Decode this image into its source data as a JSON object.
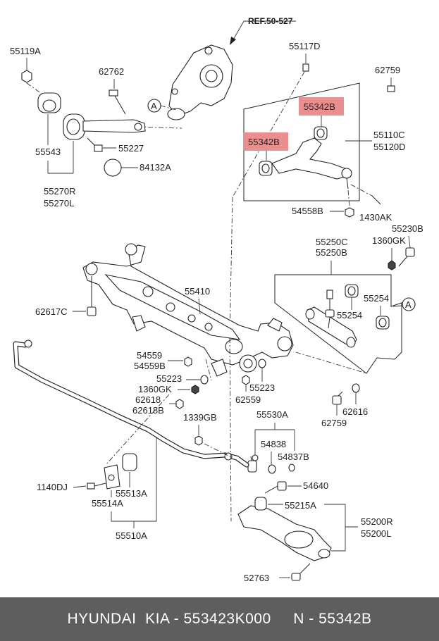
{
  "ref_label": "REF.50-527",
  "callout_letter": "A",
  "labels": {
    "l55119A": "55119A",
    "l62762": "62762",
    "l55117D": "55117D",
    "l62759_top": "62759",
    "l55342B_a": "55342B",
    "l55342B_b": "55342B",
    "l55110C": "55110C",
    "l55120D": "55120D",
    "l55543": "55543",
    "l55227": "55227",
    "l84132A": "84132A",
    "l55270R": "55270R",
    "l55270L": "55270L",
    "l54558B": "54558B",
    "l1430AK": "1430AK",
    "l55230B": "55230B",
    "l55250C": "55250C",
    "l55250B": "55250B",
    "l1360GK_top": "1360GK",
    "l55410": "55410",
    "l62617C": "62617C",
    "l55254_a": "55254",
    "l55254_b": "55254",
    "l54559": "54559",
    "l54559B": "54559B",
    "l55223_a": "55223",
    "l55223_b": "55223",
    "l1360GK": "1360GK",
    "l62618": "62618",
    "l62618B": "62618B",
    "l62559": "62559",
    "l62616": "62616",
    "l62759_bottom": "62759",
    "l1339GB": "1339GB",
    "l55530A": "55530A",
    "l54838": "54838",
    "l54837B": "54837B",
    "l1140DJ": "1140DJ",
    "l55513A": "55513A",
    "l55514A": "55514A",
    "l54640": "54640",
    "l55215A": "55215A",
    "l55200R": "55200R",
    "l55200L": "55200L",
    "l55510A": "55510A",
    "l52763": "52763"
  },
  "highlight_color": "#e98f8f",
  "footer_text": "HYUNDAI  KIA - 553423K000     N - 55342B"
}
